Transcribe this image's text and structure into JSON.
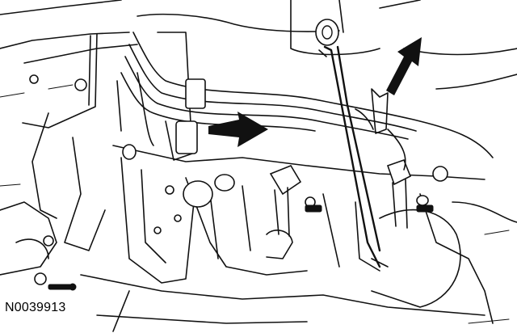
{
  "figure": {
    "id": "N0039913"
  },
  "callouts": [
    {
      "name": "arrow-upper-right",
      "direction": "down-left"
    },
    {
      "name": "arrow-center",
      "direction": "left"
    }
  ]
}
